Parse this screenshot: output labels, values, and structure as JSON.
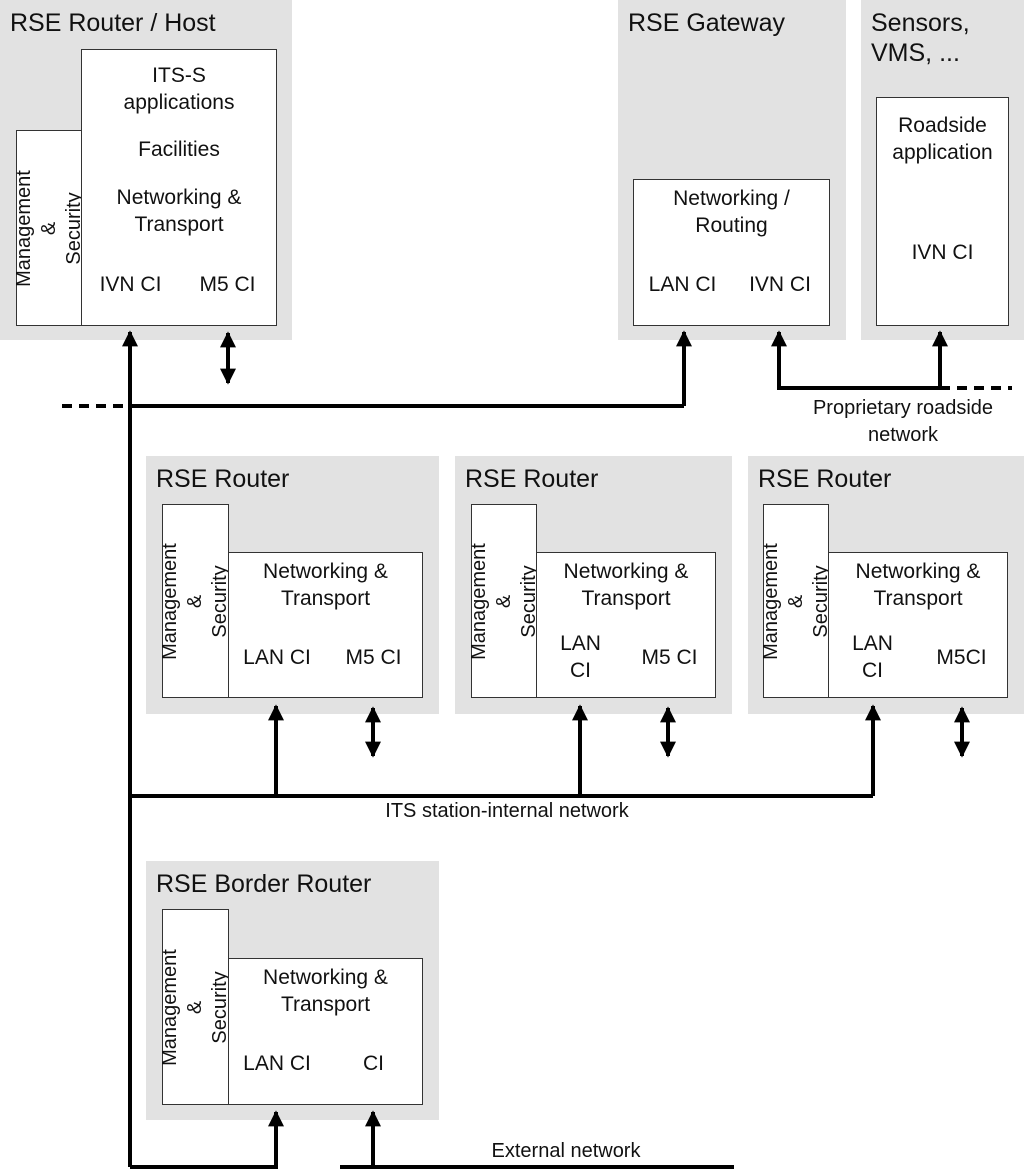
{
  "groups": {
    "host": {
      "title": "RSE Router / Host",
      "mgmt": "Management &\nSecurity",
      "apps": "ITS-S\napplications",
      "facilities": "Facilities",
      "net": "Networking &\nTransport",
      "ci1": "IVN CI",
      "ci2": "M5 CI"
    },
    "gateway": {
      "title": "RSE Gateway",
      "net": "Networking /\nRouting",
      "ci1": "LAN CI",
      "ci2": "IVN CI"
    },
    "sensors": {
      "title": "Sensors,\nVMS, ...",
      "app": "Roadside\napplication",
      "ci": "IVN CI"
    },
    "router1": {
      "title": "RSE Router",
      "mgmt": "Management &\nSecurity",
      "net": "Networking &\nTransport",
      "ci1": "LAN CI",
      "ci2": "M5 CI"
    },
    "router2": {
      "title": "RSE Router",
      "mgmt": "Management &\nSecurity",
      "net": "Networking &\nTransport",
      "ci1": "LAN\nCI",
      "ci2": "M5 CI"
    },
    "router3": {
      "title": "RSE Router",
      "mgmt": "Management &\nSecurity",
      "net": "Networking &\nTransport",
      "ci1": "LAN\nCI",
      "ci2": "M5CI"
    },
    "border": {
      "title": "RSE Border Router",
      "mgmt": "Management &\nSecurity",
      "net": "Networking &\nTransport",
      "ci1": "LAN CI",
      "ci2": "CI"
    }
  },
  "networks": {
    "proprietary": "Proprietary roadside\nnetwork",
    "internal": "ITS station-internal network",
    "external": "External network"
  }
}
